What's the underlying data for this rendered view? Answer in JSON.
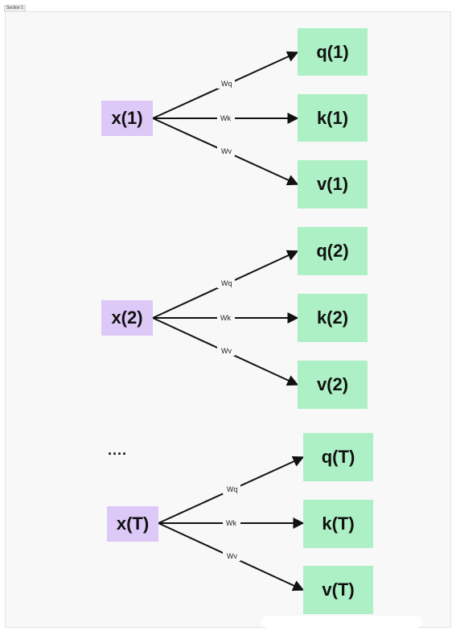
{
  "section": {
    "label": "Section 1"
  },
  "weights": {
    "q": "Wq",
    "k": "Wk",
    "v": "Wv"
  },
  "groups": [
    {
      "input": "x(1)",
      "outputs": [
        "q(1)",
        "k(1)",
        "v(1)"
      ]
    },
    {
      "input": "x(2)",
      "outputs": [
        "q(2)",
        "k(2)",
        "v(2)"
      ]
    },
    {
      "input": "x(T)",
      "outputs": [
        "q(T)",
        "k(T)",
        "v(T)"
      ]
    }
  ],
  "ellipsis": "....",
  "colors": {
    "input_fill": "#dcc9f7",
    "output_fill": "#adf0c5",
    "arrow": "#111111",
    "frame_fill": "#f8f8f8"
  }
}
